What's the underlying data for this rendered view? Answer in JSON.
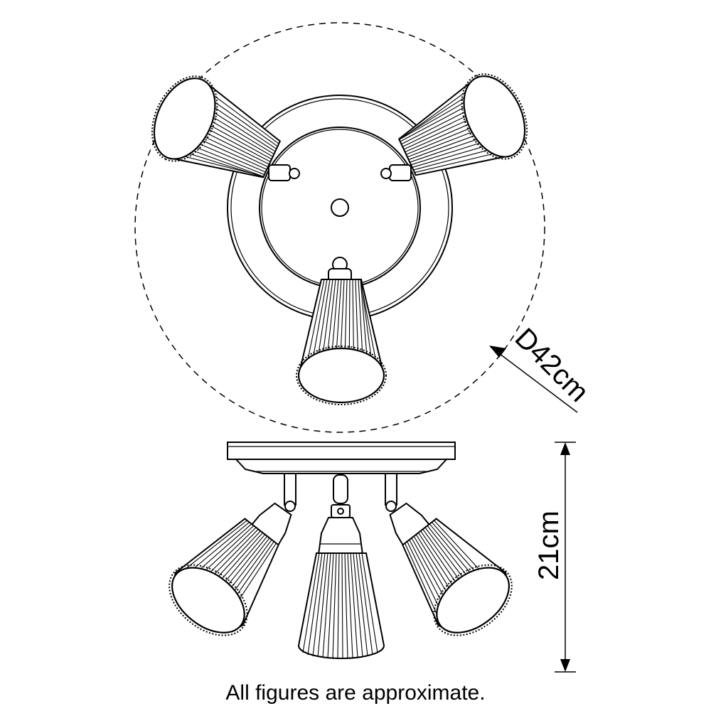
{
  "dimensions": {
    "diameter": "D42cm",
    "height": "21cm"
  },
  "caption": "All figures are approximate."
}
